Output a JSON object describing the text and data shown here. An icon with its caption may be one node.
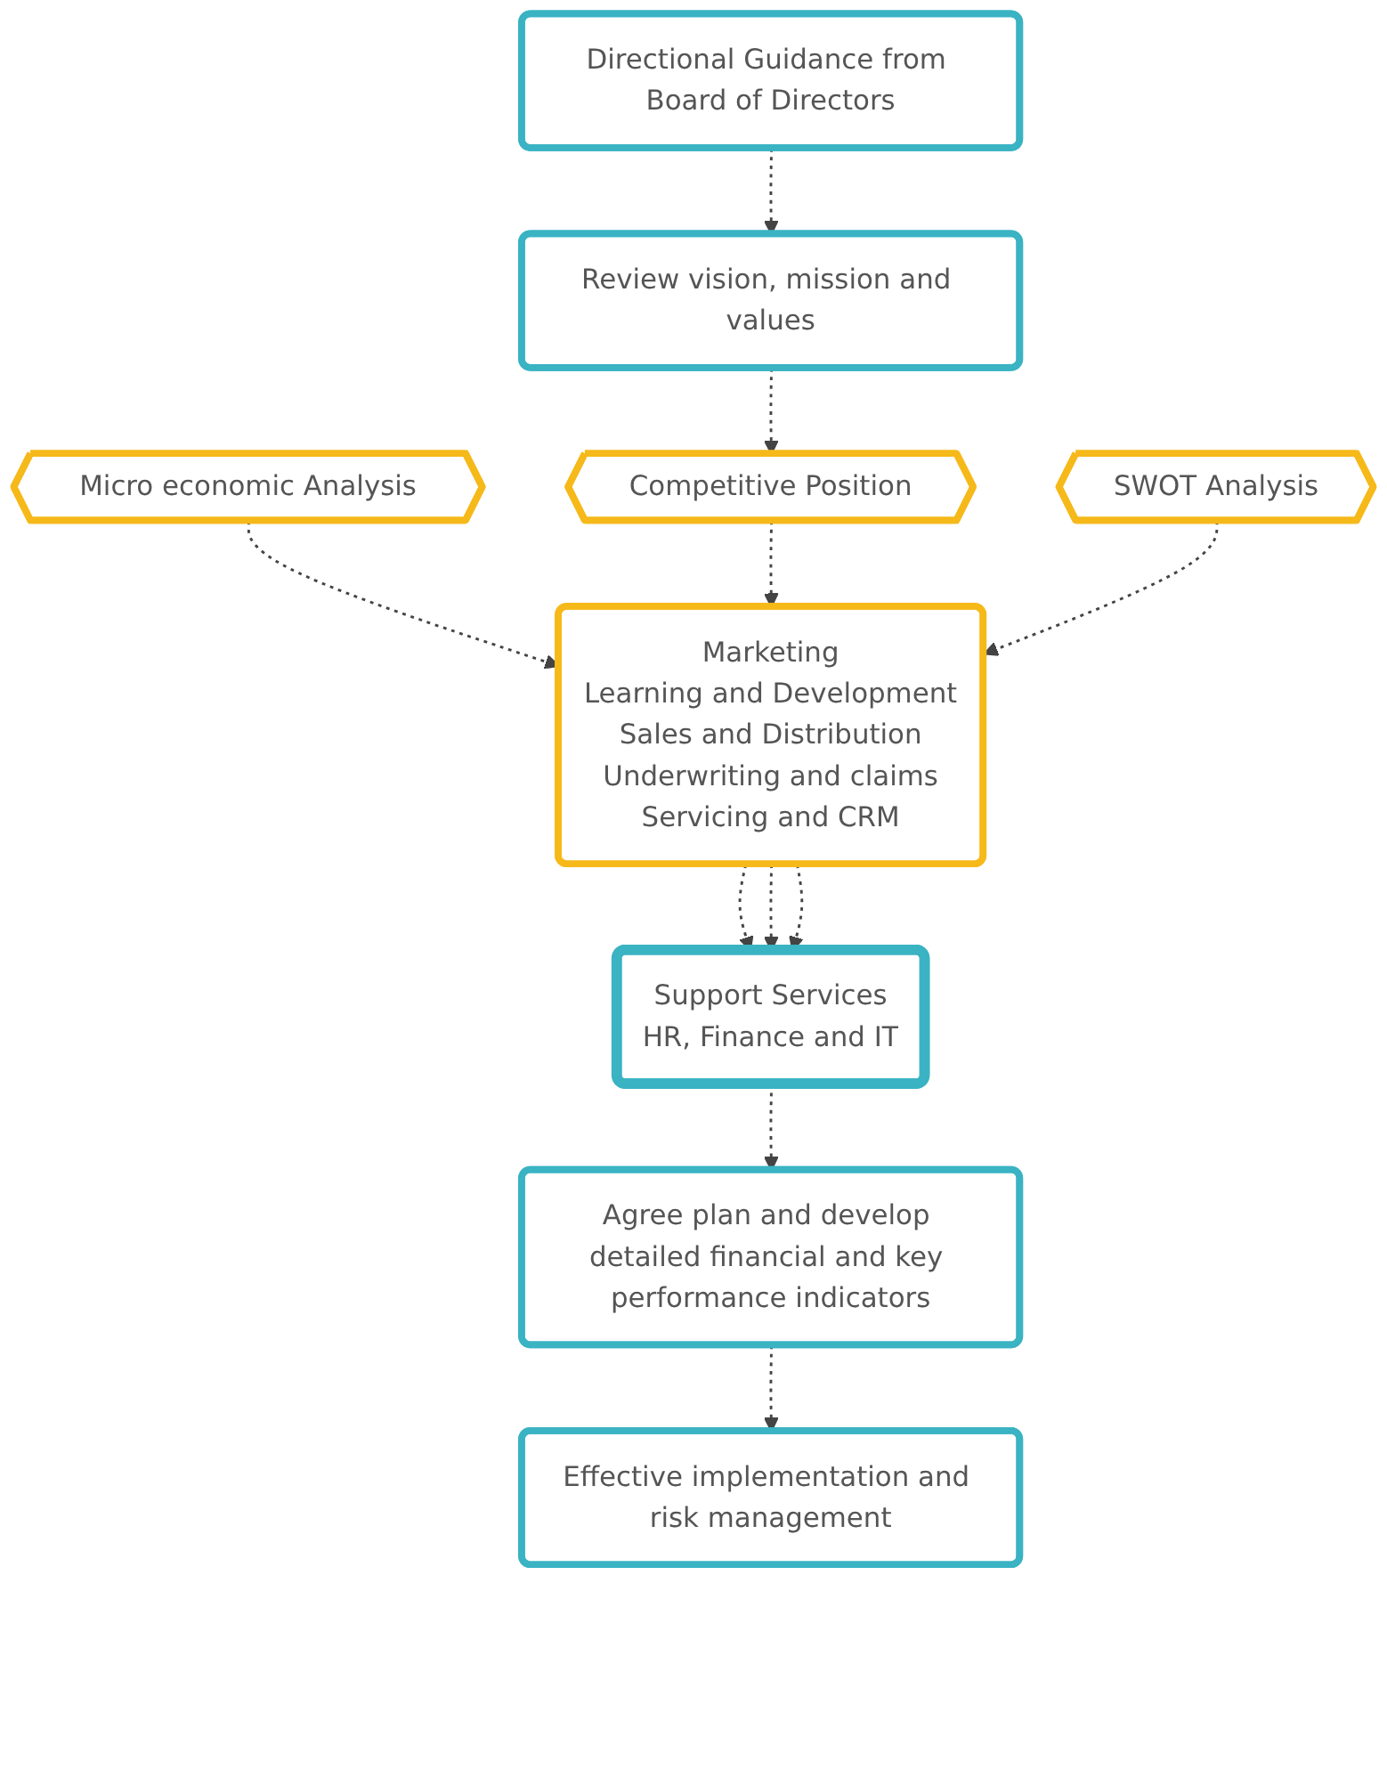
{
  "diagram": {
    "nodes": [
      {
        "text": [
          "Directional Guidance from Board of Directors"
        ]
      },
      {
        "text": [
          "Review vision, mission and values"
        ]
      },
      {
        "text": [
          "Micro economic Analysis"
        ]
      },
      {
        "text": [
          "Competitive Position"
        ]
      },
      {
        "text": [
          "SWOT Analysis"
        ]
      },
      {
        "text": [
          "Marketing",
          "Learning and Development",
          "Sales and Distribution",
          "Underwriting and claims",
          "Servicing and CRM"
        ]
      },
      {
        "text": [
          "Support Services",
          "HR, Finance and IT"
        ]
      },
      {
        "text": [
          "Agree plan and develop detailed financial and key performance indicators"
        ]
      },
      {
        "text": [
          "Effective implementation and risk management"
        ]
      }
    ],
    "edges": [
      {
        "from": 0,
        "to": 1,
        "arrow": "to",
        "style": "dashed"
      },
      {
        "from": 1,
        "to": 3,
        "arrow": "to",
        "style": "dashed"
      },
      {
        "from": 2,
        "to": 5,
        "arrow": "to",
        "style": "dashed"
      },
      {
        "from": 3,
        "to": 5,
        "arrow": "to",
        "style": "dashed"
      },
      {
        "from": 4,
        "to": 5,
        "arrow": "to",
        "style": "dashed"
      },
      {
        "from": 5,
        "to": 6,
        "arrow": "to",
        "style": "dashed"
      },
      {
        "from": 5,
        "to": 6,
        "arrow": "to",
        "style": "dashed"
      },
      {
        "from": 5,
        "to": 6,
        "arrow": "to",
        "style": "dashed"
      },
      {
        "from": 6,
        "to": 7,
        "arrow": "to",
        "style": "dashed"
      },
      {
        "from": 7,
        "to": 8,
        "arrow": "to",
        "style": "dashed"
      }
    ]
  }
}
